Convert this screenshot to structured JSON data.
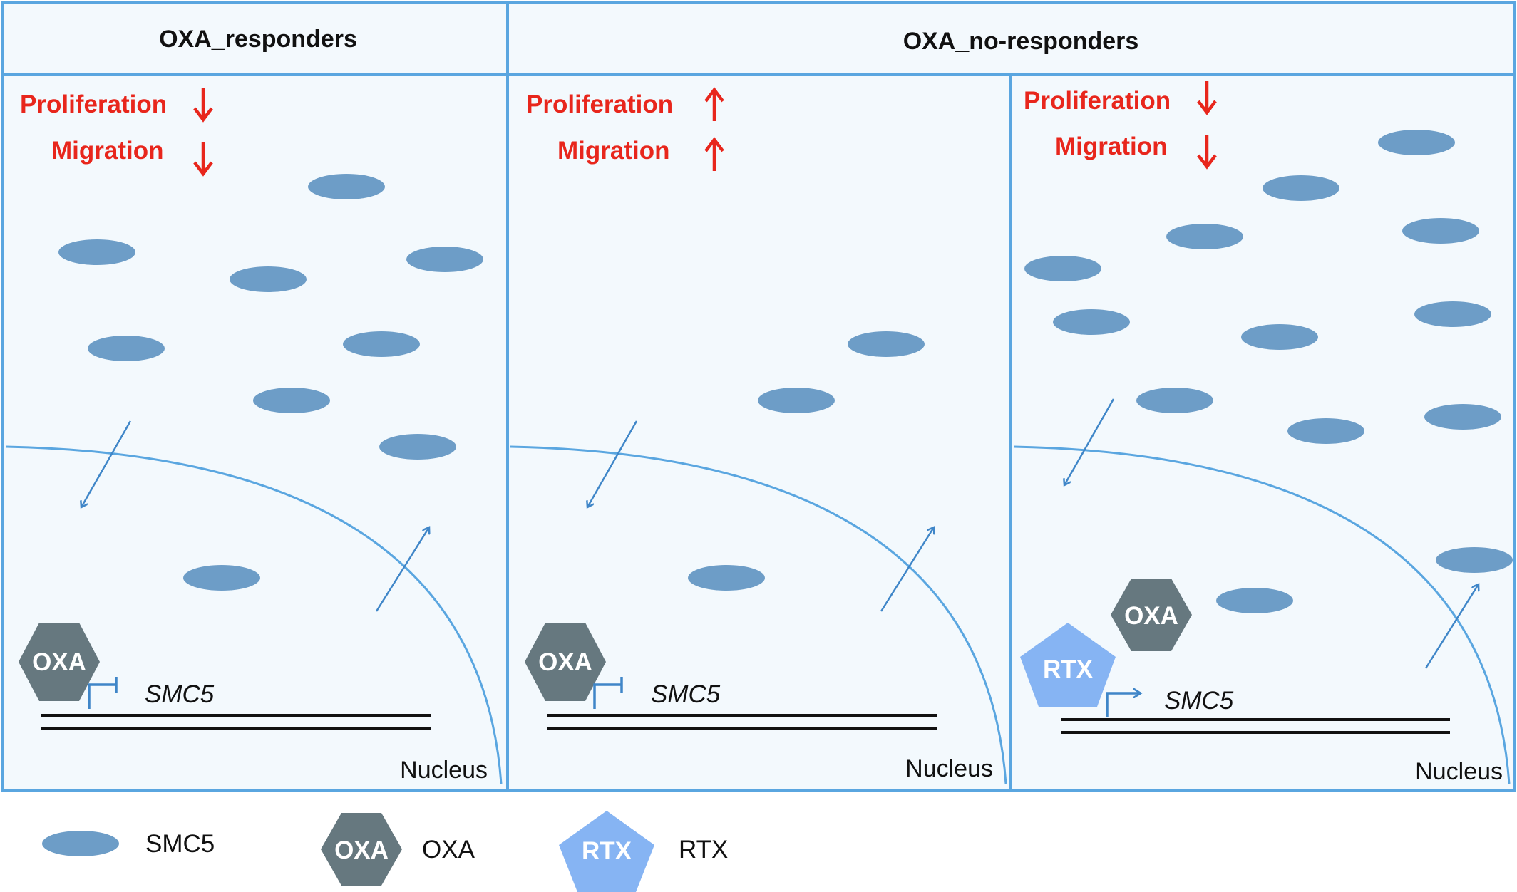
{
  "headers": {
    "responders": "OXA_responders",
    "no_responders": "OXA_no-responders"
  },
  "labels": {
    "proliferation": "Proliferation",
    "migration": "Migration",
    "gene": "SMC5",
    "nucleus": "Nucleus",
    "oxa": "OXA",
    "rtx": "RTX"
  },
  "panels": [
    {
      "id": "responders",
      "proliferation": "down",
      "migration": "down",
      "drugs": [
        "OXA"
      ],
      "promoter": "inhibited"
    },
    {
      "id": "no-responders-oxa",
      "proliferation": "up",
      "migration": "up",
      "drugs": [
        "OXA"
      ],
      "promoter": "inhibited"
    },
    {
      "id": "no-responders-oxa-rtx",
      "proliferation": "down",
      "migration": "down",
      "drugs": [
        "OXA",
        "RTX"
      ],
      "promoter": "activated"
    }
  ],
  "legend": {
    "smc5": "SMC5",
    "oxa": "OXA",
    "rtx": "RTX"
  },
  "colors": {
    "border": "#5aa6e0",
    "panel_bg": "#f3f9fd",
    "smc5_ellipse": "#6d9dc7",
    "oxa_hexagon": "#66787f",
    "rtx_pentagon": "#86b4f3",
    "text_red": "#e8261c",
    "arrow_blue": "#3f86c8"
  },
  "icons": {
    "inhibition": "promoter-inhibit-icon",
    "activation": "promoter-activate-icon",
    "up": "arrow-up-icon",
    "down": "arrow-down-icon"
  }
}
